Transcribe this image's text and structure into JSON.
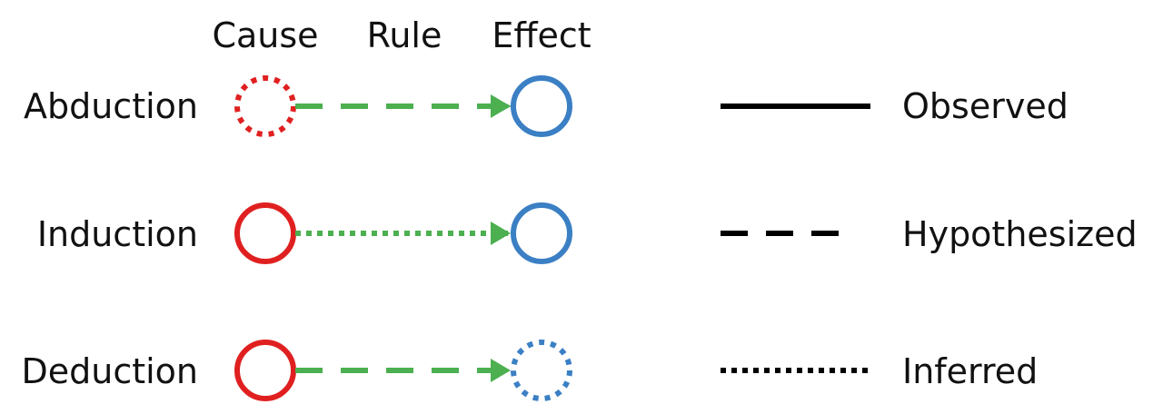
{
  "headers": {
    "cause": "Cause",
    "rule": "Rule",
    "effect": "Effect"
  },
  "colors": {
    "cause": "#e02020",
    "effect": "#3b7fc4",
    "rule": "#4caf50",
    "legend": "#000000"
  },
  "rows": [
    {
      "label": "Abduction",
      "cause_style": "dotted",
      "rule_style": "dashed",
      "effect_style": "solid"
    },
    {
      "label": "Induction",
      "cause_style": "solid",
      "rule_style": "dotted",
      "effect_style": "solid"
    },
    {
      "label": "Deduction",
      "cause_style": "solid",
      "rule_style": "dashed",
      "effect_style": "dotted"
    }
  ],
  "legend": [
    {
      "style": "solid",
      "label": "Observed"
    },
    {
      "style": "dashed",
      "label": "Hypothesized"
    },
    {
      "style": "dotted",
      "label": "Inferred"
    }
  ]
}
